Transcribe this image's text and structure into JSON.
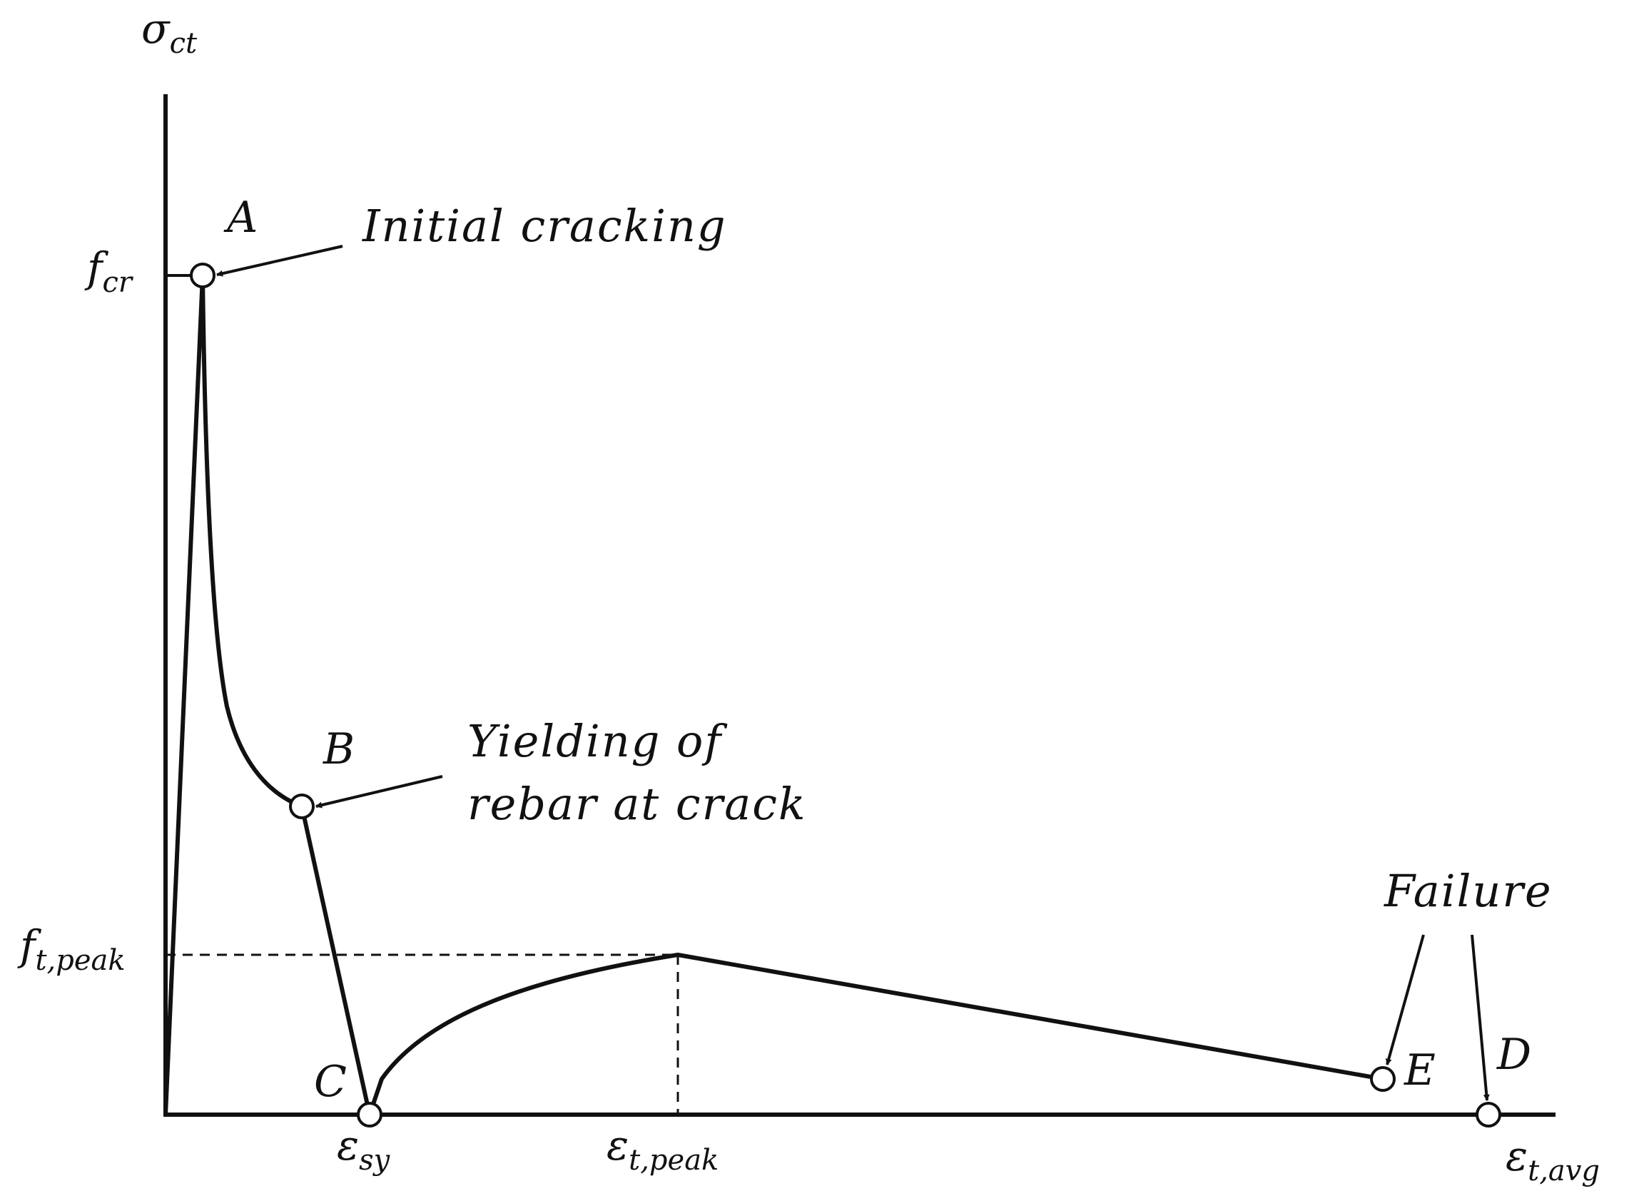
{
  "colors": {
    "ink": "#111111",
    "background": "#ffffff"
  },
  "axes": {
    "y_label": {
      "base": "σ",
      "sub": "ct"
    },
    "x_label": {
      "base": "ε",
      "sub": "t,avg"
    }
  },
  "y_ticks": {
    "f_cr": {
      "base": "f",
      "sub": "cr"
    },
    "f_t_peak": {
      "base": "f",
      "sub": "t,peak"
    }
  },
  "x_ticks": {
    "eps_sy": {
      "base": "ε",
      "sub": "sy"
    },
    "eps_t_peak": {
      "base": "ε",
      "sub": "t,peak"
    }
  },
  "points": {
    "A": "A",
    "B": "B",
    "C": "C",
    "D": "D",
    "E": "E"
  },
  "annotations": {
    "initial_cracking": "Initial cracking",
    "yielding_line1": "Yielding of",
    "yielding_line2": "rebar at crack",
    "failure": "Failure"
  }
}
